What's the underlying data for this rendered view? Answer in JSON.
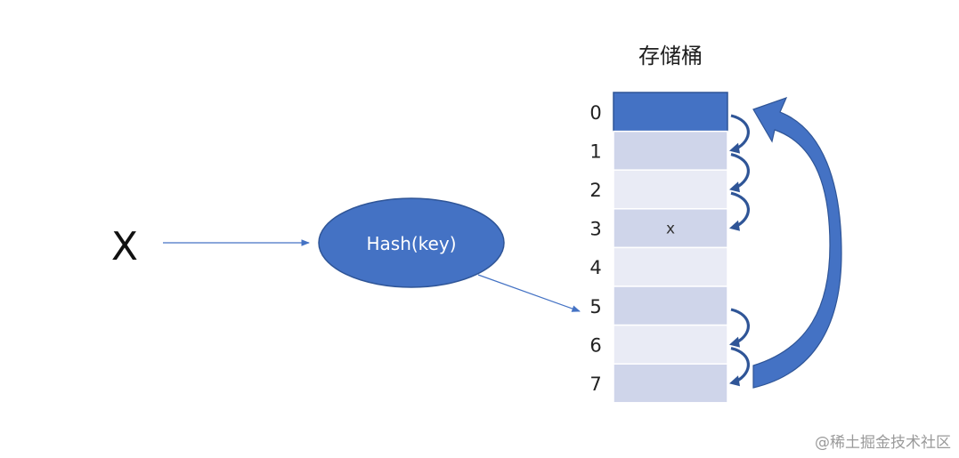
{
  "diagram": {
    "title": "存储桶",
    "input_label": "X",
    "hash_label": "Hash(key)",
    "watermark": "@稀土掘金技术社区",
    "colors": {
      "primary": "#4472C4",
      "primary_dark": "#2F5597",
      "bucket_a": "#CFD5EA",
      "bucket_b": "#E9EBF5",
      "bucket_border": "#FFFFFF",
      "arrow": "#4472C4"
    },
    "buckets": [
      {
        "index": "0",
        "content": "",
        "style": "primary"
      },
      {
        "index": "1",
        "content": "",
        "style": "bucket_a"
      },
      {
        "index": "2",
        "content": "",
        "style": "bucket_b"
      },
      {
        "index": "3",
        "content": "x",
        "style": "bucket_a"
      },
      {
        "index": "4",
        "content": "",
        "style": "bucket_b"
      },
      {
        "index": "5",
        "content": "",
        "style": "bucket_a"
      },
      {
        "index": "6",
        "content": "",
        "style": "bucket_b"
      },
      {
        "index": "7",
        "content": "",
        "style": "bucket_a"
      }
    ],
    "probe_steps": [
      {
        "from": "0",
        "to": "1"
      },
      {
        "from": "1",
        "to": "2"
      },
      {
        "from": "2",
        "to": "3"
      },
      {
        "from": "5",
        "to": "6"
      },
      {
        "from": "6",
        "to": "7"
      },
      {
        "from": "7",
        "to": "0",
        "wrap": true
      }
    ],
    "hash_target": "5"
  }
}
